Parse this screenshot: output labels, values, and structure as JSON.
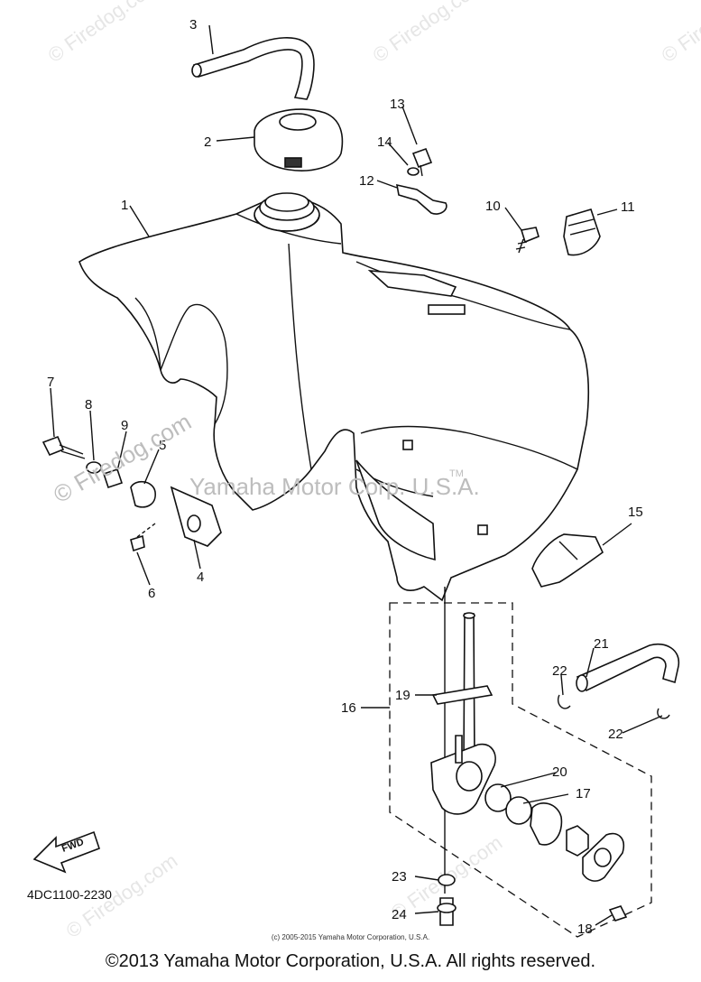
{
  "diagram": {
    "callouts": [
      "1",
      "2",
      "3",
      "4",
      "5",
      "6",
      "7",
      "8",
      "9",
      "10",
      "11",
      "12",
      "13",
      "14",
      "15",
      "16",
      "17",
      "18",
      "19",
      "20",
      "21",
      "22",
      "22",
      "23",
      "24"
    ],
    "part_code": "4DC1100-2230",
    "fwd_label": "FWD",
    "watermark_main": "Yamaha Motor Corp. U.S.A.",
    "watermark_tm": "TM",
    "watermark_site": "© Firedog.com",
    "watermark_faint": "© Firedog.com"
  },
  "footer": {
    "small_copyright": "(c) 2005-2015 Yamaha Motor Corporation, U.S.A.",
    "copyright": "©2013 Yamaha Motor Corporation, U.S.A. All rights reserved."
  }
}
